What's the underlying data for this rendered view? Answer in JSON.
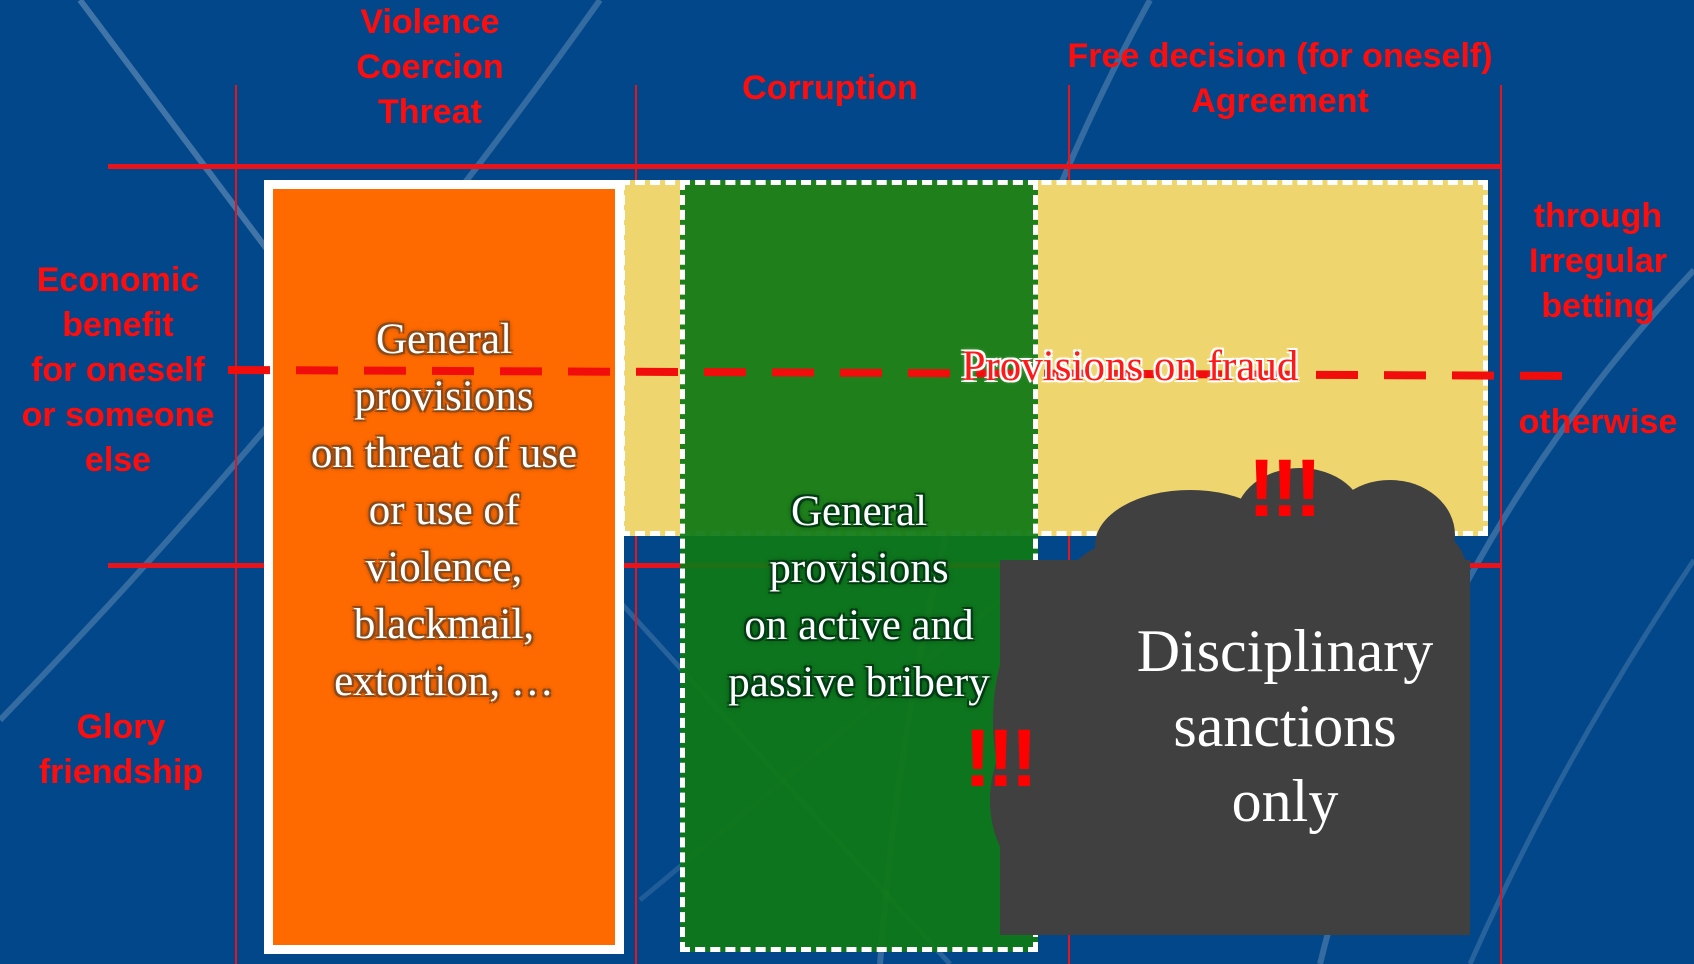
{
  "columns": {
    "violence": [
      "Violence",
      "Coercion",
      "Threat"
    ],
    "corruption": "Corruption",
    "free_decision": [
      "Free decision (for oneself)",
      "Agreement"
    ]
  },
  "rows": {
    "economic_benefit": [
      "Economic",
      "benefit",
      "for oneself",
      "or someone",
      "else"
    ],
    "glory": [
      "Glory",
      "friendship"
    ],
    "through_betting": [
      "through",
      "Irregular",
      "betting"
    ],
    "otherwise": "otherwise"
  },
  "boxes": {
    "threat_violence": [
      "General",
      "provisions",
      "on threat of use",
      "or use of",
      "violence,",
      "blackmail,",
      "extortion, …"
    ],
    "bribery": [
      "General",
      "provisions",
      "on  active and",
      "passive bribery"
    ],
    "fraud": "Provisions on fraud",
    "sanctions": [
      "Disciplinary",
      "sanctions",
      "only"
    ]
  },
  "marks": {
    "exclaim_top": "!!!",
    "exclaim_mid": "!!!"
  },
  "colors": {
    "background": "#02478a",
    "grid_line": "#e8141c",
    "label_red": "#ff0d0d",
    "threat_box": "#ff6a00",
    "fraud_box": "#efd56e",
    "bribery_box": "#0f7a18",
    "cloud": "#404040"
  }
}
